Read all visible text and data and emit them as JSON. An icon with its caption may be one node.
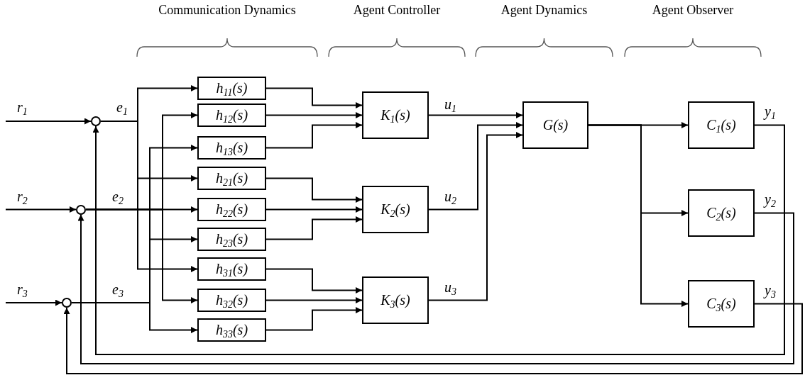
{
  "diagram": {
    "nodes": [
      {
        "text": [],
        "shape": "circle"
      },
      {
        "text": [],
        "shape": "circle"
      },
      {
        "text": [],
        "shape": "circle"
      },
      {
        "text": [
          "h$_{11}$(s)"
        ]
      },
      {
        "text": [
          "h$_{12}$(s)"
        ]
      },
      {
        "text": [
          "h$_{13}$(s)"
        ]
      },
      {
        "text": [
          "h$_{21}$(s)"
        ]
      },
      {
        "text": [
          "h$_{22}$(s)"
        ]
      },
      {
        "text": [
          "h$_{23}$(s)"
        ]
      },
      {
        "text": [
          "h$_{31}$(s)"
        ]
      },
      {
        "text": [
          "h$_{32}$(s)"
        ]
      },
      {
        "text": [
          "h$_{33}$(s)"
        ]
      },
      {
        "text": [
          "K$_{1}$(s)"
        ]
      },
      {
        "text": [
          "K$_{2}$(s)"
        ]
      },
      {
        "text": [
          "K$_{3}$(s)"
        ]
      },
      {
        "text": [
          "G(s)"
        ]
      },
      {
        "text": [
          "C$_{1}$(s)"
        ]
      },
      {
        "text": [
          "C$_{2}$(s)"
        ]
      },
      {
        "text": [
          "C$_{3}$(s)"
        ]
      }
    ],
    "edges": [
      {
        "from": null,
        "to": 0,
        "arrow": "to",
        "label": "r$_{1}$"
      },
      {
        "from": null,
        "to": 1,
        "arrow": "to",
        "label": "r$_{2}$"
      },
      {
        "from": null,
        "to": 2,
        "arrow": "to",
        "label": "r$_{3}$"
      },
      {
        "from": 0,
        "to": 3,
        "arrow": "to",
        "label": "e$_{1}$"
      },
      {
        "from": 0,
        "to": 6,
        "arrow": "to"
      },
      {
        "from": 0,
        "to": 9,
        "arrow": "to"
      },
      {
        "from": 1,
        "to": 4,
        "arrow": "to"
      },
      {
        "from": 1,
        "to": 7,
        "arrow": "to",
        "label": "e$_{2}$"
      },
      {
        "from": 1,
        "to": 10,
        "arrow": "to"
      },
      {
        "from": 2,
        "to": 5,
        "arrow": "to"
      },
      {
        "from": 2,
        "to": 8,
        "arrow": "to"
      },
      {
        "from": 2,
        "to": 11,
        "arrow": "to",
        "label": "e$_{3}$"
      },
      {
        "from": 3,
        "to": 12,
        "arrow": "to"
      },
      {
        "from": 4,
        "to": 12,
        "arrow": "to"
      },
      {
        "from": 5,
        "to": 12,
        "arrow": "to"
      },
      {
        "from": 6,
        "to": 13,
        "arrow": "to"
      },
      {
        "from": 7,
        "to": 13,
        "arrow": "to"
      },
      {
        "from": 8,
        "to": 13,
        "arrow": "to"
      },
      {
        "from": 9,
        "to": 14,
        "arrow": "to"
      },
      {
        "from": 10,
        "to": 14,
        "arrow": "to"
      },
      {
        "from": 11,
        "to": 14,
        "arrow": "to"
      },
      {
        "from": 12,
        "to": 15,
        "arrow": "to",
        "label": "u$_{1}$"
      },
      {
        "from": 13,
        "to": 15,
        "arrow": "to",
        "label": "u$_{2}$"
      },
      {
        "from": 14,
        "to": 15,
        "arrow": "to",
        "label": "u$_{3}$"
      },
      {
        "from": 15,
        "to": 16,
        "arrow": "to"
      },
      {
        "from": 15,
        "to": 17,
        "arrow": "to"
      },
      {
        "from": 15,
        "to": 18,
        "arrow": "to"
      },
      {
        "from": 16,
        "to": 0,
        "arrow": "to",
        "label": "y$_{1}$"
      },
      {
        "from": 17,
        "to": 1,
        "arrow": "to",
        "label": "y$_{2}$"
      },
      {
        "from": 18,
        "to": 2,
        "arrow": "to",
        "label": "y$_{3}$"
      }
    ],
    "labels": [
      "Communication Dynamics",
      "Agent Controller",
      "Agent Dynamics",
      "Agent Observer"
    ]
  }
}
